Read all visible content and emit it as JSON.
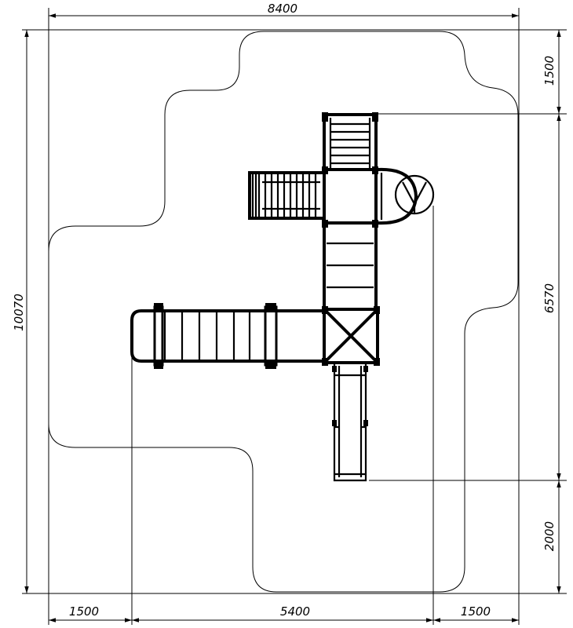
{
  "dimensions": {
    "top_width": "8400",
    "right_top": "1500",
    "right_middle": "6570",
    "right_bottom": "2000",
    "left_height": "10070",
    "bottom_left": "1500",
    "bottom_middle": "5400",
    "bottom_right": "1500"
  }
}
